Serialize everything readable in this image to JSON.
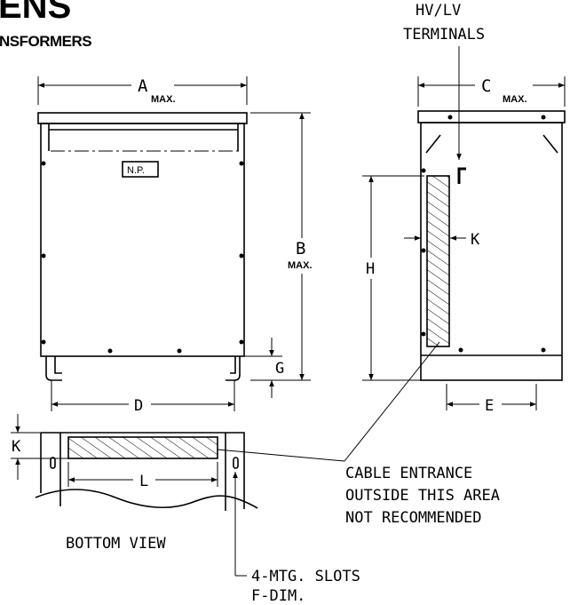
{
  "brand": {
    "logo_text": "ENS",
    "subtitle": "NSFORMERS"
  },
  "labels": {
    "terminals_line1": "HV/LV",
    "terminals_line2": "TERMINALS",
    "dim_a": "A",
    "dim_a_sub": "MAX.",
    "dim_b": "B",
    "dim_b_sub": "MAX.",
    "dim_c": "C",
    "dim_c_sub": "MAX.",
    "dim_d": "D",
    "dim_e": "E",
    "dim_g": "G",
    "dim_h": "H",
    "dim_k_side": "K",
    "dim_k_bottom": "K",
    "dim_l": "L",
    "nameplate": "N.P.",
    "cable_line1": "CABLE ENTRANCE",
    "cable_line2": "OUTSIDE THIS AREA",
    "cable_line3": "NOT RECOMMENDED",
    "bottom_view": "BOTTOM VIEW",
    "slots_line1": "4-MTG. SLOTS",
    "slots_line2": "F-DIM."
  }
}
